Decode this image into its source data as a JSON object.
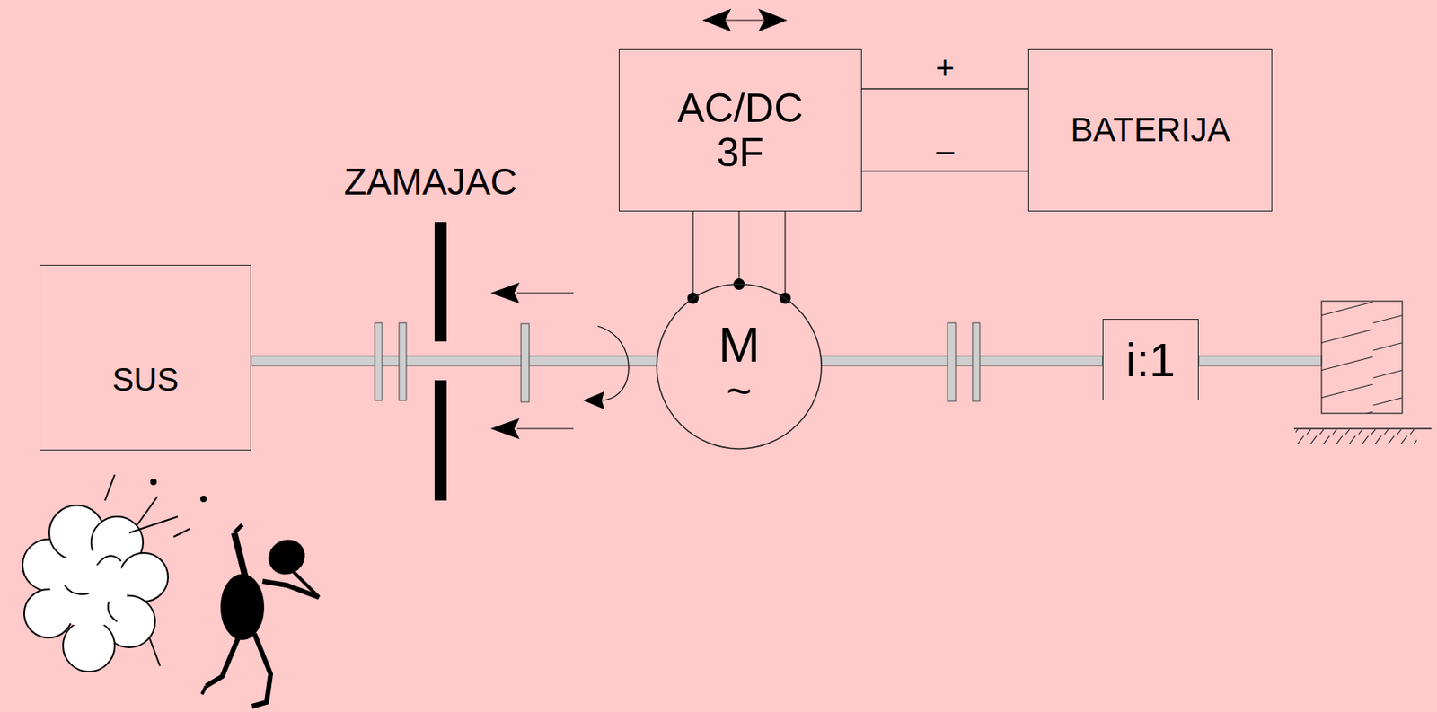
{
  "diagram": {
    "nodes": [
      {
        "text": [
          "AC/DC 3F"
        ]
      },
      {
        "text": [
          "BATERIJA"
        ]
      },
      {
        "text": [
          "SUS"
        ]
      },
      {
        "text": [
          "M",
          "~"
        ]
      },
      {
        "text": [
          "i:1"
        ]
      }
    ],
    "edges": [
      {
        "from": 0,
        "to": 1,
        "arrow": "none",
        "label": "+"
      },
      {
        "from": 0,
        "to": 1,
        "arrow": "none",
        "label": "–"
      },
      {
        "from": 0,
        "to": 3,
        "arrow": "none"
      },
      {
        "from": 0,
        "to": 3,
        "arrow": "none"
      },
      {
        "from": 0,
        "to": 3,
        "arrow": "none"
      },
      {
        "from": 2,
        "to": 3,
        "arrow": "none"
      },
      {
        "from": 3,
        "to": 4,
        "arrow": "none"
      }
    ],
    "labels": [
      "ZAMAJAC"
    ]
  }
}
